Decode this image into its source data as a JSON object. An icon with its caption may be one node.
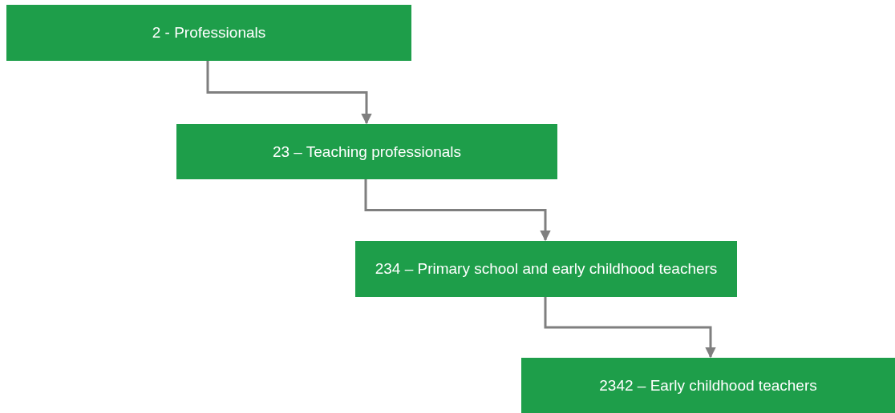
{
  "diagram": {
    "nodes": [
      {
        "text": [
          "2 - Professionals"
        ]
      },
      {
        "text": [
          "23 – Teaching professionals"
        ]
      },
      {
        "text": [
          "234 – Primary school and early childhood teachers"
        ]
      },
      {
        "text": [
          "2342 – Early childhood teachers"
        ]
      }
    ],
    "edges": [
      {
        "from": 0,
        "to": 1,
        "arrow": "to"
      },
      {
        "from": 1,
        "to": 2,
        "arrow": "to"
      },
      {
        "from": 2,
        "to": 3,
        "arrow": "to"
      }
    ]
  }
}
